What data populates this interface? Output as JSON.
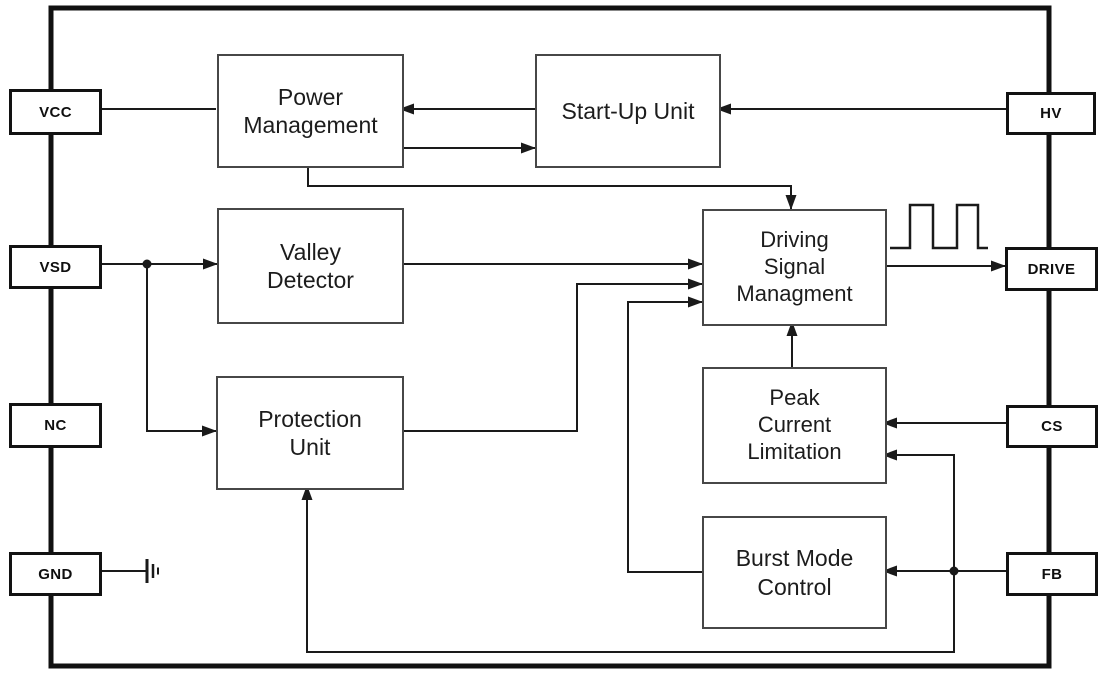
{
  "diagram": {
    "type": "ic-functional-block-diagram",
    "pins": {
      "left": [
        {
          "name": "VCC"
        },
        {
          "name": "VSD"
        },
        {
          "name": "NC"
        },
        {
          "name": "GND"
        }
      ],
      "right": [
        {
          "name": "HV"
        },
        {
          "name": "DRIVE"
        },
        {
          "name": "CS"
        },
        {
          "name": "FB"
        }
      ]
    },
    "blocks": {
      "power_management": {
        "label": "Power\nManagement"
      },
      "start_up_unit": {
        "label": "Start-Up Unit"
      },
      "valley_detector": {
        "label": "Valley\nDetector"
      },
      "driving_signal_managment": {
        "label": "Driving\nSignal\nManagment"
      },
      "protection_unit": {
        "label": "Protection\nUnit"
      },
      "peak_current_limitation": {
        "label": "Peak\nCurrent\nLimitation"
      },
      "burst_mode_control": {
        "label": "Burst Mode\nControl"
      }
    },
    "connections": [
      {
        "from": "HV",
        "to": "Start-Up Unit"
      },
      {
        "from": "Start-Up Unit",
        "to": "Power Management"
      },
      {
        "from": "Power Management",
        "to": "Start-Up Unit"
      },
      {
        "from": "VCC",
        "to": "Power Management"
      },
      {
        "from": "Power Management",
        "to": "Driving Signal Managment"
      },
      {
        "from": "VSD",
        "to": "Valley Detector"
      },
      {
        "from": "VSD",
        "to": "Protection Unit"
      },
      {
        "from": "Valley Detector",
        "to": "Driving Signal Managment"
      },
      {
        "from": "Protection Unit",
        "to": "Driving Signal Managment"
      },
      {
        "from": "Burst Mode Control",
        "to": "Driving Signal Managment"
      },
      {
        "from": "Peak Current Limitation",
        "to": "Driving Signal Managment"
      },
      {
        "from": "Driving Signal Managment",
        "to": "DRIVE"
      },
      {
        "from": "CS",
        "to": "Peak Current Limitation"
      },
      {
        "from": "FB",
        "to": "Peak Current Limitation"
      },
      {
        "from": "FB",
        "to": "Burst Mode Control"
      },
      {
        "from": "FB",
        "to": "Protection Unit"
      },
      {
        "from": "GND",
        "to": "ground"
      }
    ],
    "icons": {
      "pulse_waveform": "two-pulse square wave at DRIVE output",
      "ground_symbol": "three-bar ground at GND"
    },
    "colors": {
      "background": "#ffffff",
      "line": "#1a1a1a",
      "block_border": "#474747",
      "pin_border": "#121212",
      "text": "#1c1c1c"
    }
  }
}
